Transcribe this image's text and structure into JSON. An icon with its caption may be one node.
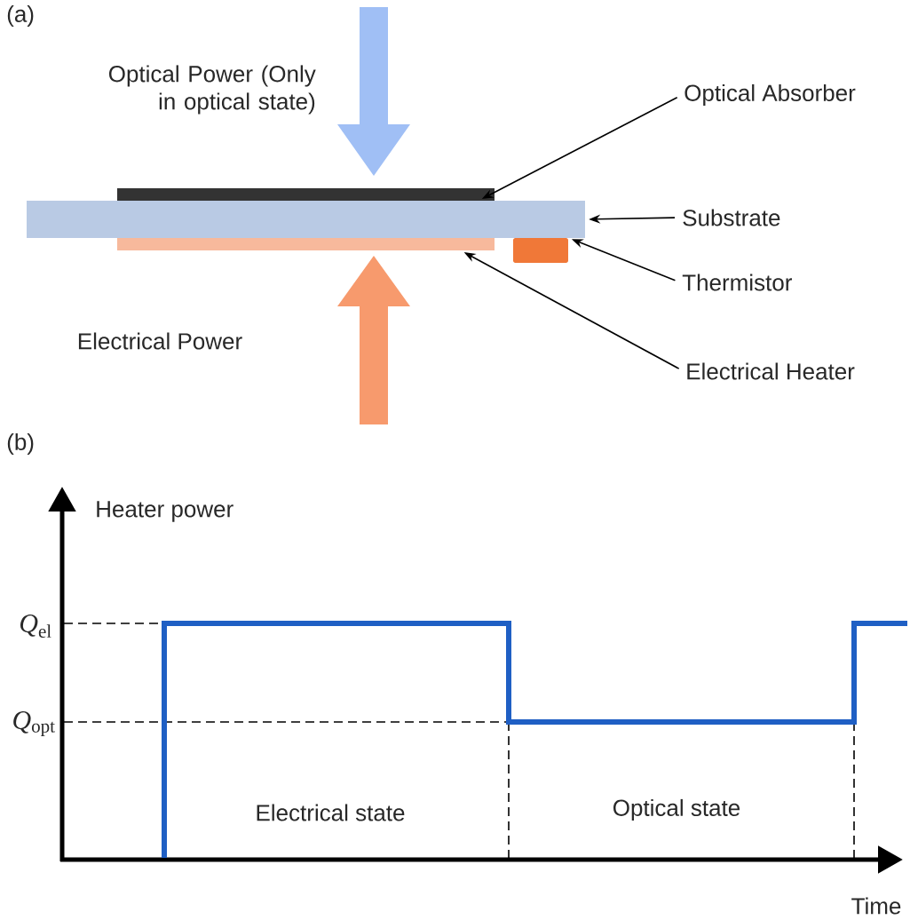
{
  "diagram": {
    "nodes": [
      {
        "text": [
          "Optical Absorber"
        ]
      },
      {
        "text": [],
        "shape": "bar"
      },
      {
        "text": [
          "Substrate"
        ]
      },
      {
        "text": [],
        "shape": "bar"
      },
      {
        "text": [
          "Thermistor"
        ]
      },
      {
        "text": [],
        "shape": "box"
      },
      {
        "text": [
          "Electrical Heater"
        ]
      },
      {
        "text": [],
        "shape": "bar"
      }
    ],
    "edges": [
      {
        "from": 0,
        "to": 1,
        "arrow": "to"
      },
      {
        "from": 2,
        "to": 3,
        "arrow": "to"
      },
      {
        "from": 4,
        "to": 5,
        "arrow": "to"
      },
      {
        "from": 6,
        "to": 7,
        "arrow": "to"
      }
    ],
    "labels": [
      "(a)",
      "Optical Power (Only in optical state)",
      "Electrical Power",
      "(b)",
      "Heater power",
      "*Q*$_{el}$",
      "*Q*$_{opt}$",
      "Electrical state",
      "Optical state",
      "Time"
    ]
  }
}
